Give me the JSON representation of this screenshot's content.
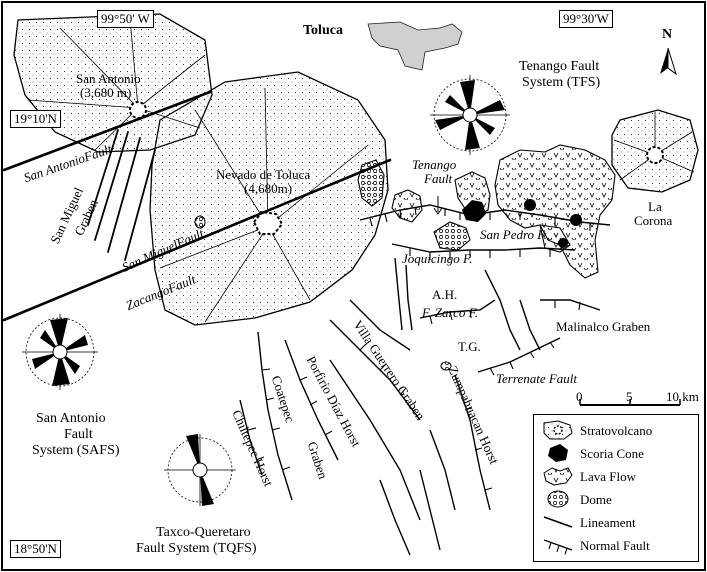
{
  "title": "Toluca",
  "north": "N",
  "coords": {
    "top_left_lon": "99°50' W",
    "top_right_lon": "99°30'W",
    "left_lat": "19°10'N",
    "bottom_lat": "18°50'N"
  },
  "volcanoes": {
    "san_antonio_name": "San Antonio",
    "san_antonio_elev": "(3,680 m)",
    "nevado_name": "Nevado de Toluca",
    "nevado_elev": "(4,680m)",
    "la_corona_1": "La",
    "la_corona_2": "Corona"
  },
  "faults": {
    "san_antonio": "San AntonioFault",
    "san_miguel": "San MiguelFault",
    "zacango": "ZacangoFault",
    "tenango_1": "Tenango",
    "tenango_2": "Fault",
    "san_pedro": "San Pedro F.",
    "joquicingo": "Joquicingo F.",
    "zarco": "F. Zarco F.",
    "terrenate": "Terrenate Fault"
  },
  "structures": {
    "san_miguel_graben_1": "San Miguel",
    "san_miguel_graben_2": "Graben",
    "ah": "A.H.",
    "tg": "T.G.",
    "malinalco": "Malinalco Graben",
    "villa_guerrero": "Villa Guerrero Graben",
    "zumpahuacan": "Zumpahuacan Horst",
    "porfirio": "Porfirio Díaz Horst",
    "coatepec_1": "Coatepec",
    "coatepec_2": "Graben",
    "chiltepec": "Chiltepec Horst"
  },
  "systems": {
    "tfs_1": "Tenango Fault",
    "tfs_2": "System (TFS)",
    "safs_1": "San Antonio",
    "safs_2": "Fault",
    "safs_3": "System (SAFS)",
    "tqfs_1": "Taxco-Queretaro",
    "tqfs_2": "Fault System (TQFS)"
  },
  "scale": {
    "t0": "0",
    "t5": "5",
    "t10": "10 km"
  },
  "legend": [
    {
      "symbol": "stratovolcano-icon",
      "label": "Stratovolcano"
    },
    {
      "symbol": "scoria-cone-icon",
      "label": "Scoria Cone"
    },
    {
      "symbol": "lava-flow-icon",
      "label": "Lava Flow"
    },
    {
      "symbol": "dome-icon",
      "label": "Dome"
    },
    {
      "symbol": "lineament-icon",
      "label": "Lineament"
    },
    {
      "symbol": "normal-fault-icon",
      "label": "Normal Fault"
    }
  ]
}
